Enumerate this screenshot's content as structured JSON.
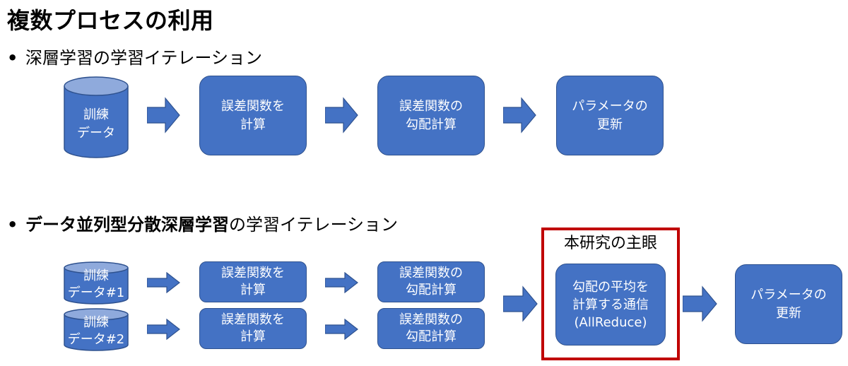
{
  "title": "複数プロセスの利用",
  "bullets": {
    "b1": "深層学習の学習イテレーション",
    "b2_bold": "データ並列型分散深層学習",
    "b2_rest": "の学習イテレーション",
    "marker": "•"
  },
  "row1": {
    "data": "訓練\nデータ",
    "step1": "誤差関数を\n計算",
    "step2": "誤差関数の\n勾配計算",
    "step3": "パラメータの\n更新"
  },
  "row2": {
    "data1": "訓練\nデータ#1",
    "data2": "訓練\nデータ#2",
    "step1a": "誤差関数を\n計算",
    "step1b": "誤差関数を\n計算",
    "step2a": "誤差関数の\n勾配計算",
    "step2b": "誤差関数の\n勾配計算",
    "allreduce": "勾配の平均を\n計算する通信\n(AllReduce)",
    "update": "パラメータの\n更新"
  },
  "highlight": {
    "label": "本研究の主眼",
    "color": "#C00000"
  },
  "colors": {
    "box_fill": "#4472C4",
    "box_border": "#2F528F",
    "cyl_top": "#8FAADC"
  }
}
